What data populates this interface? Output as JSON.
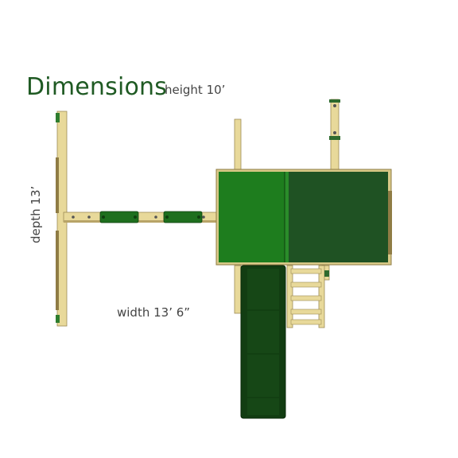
{
  "title": "Dimensions",
  "dimensions": {
    "height": "height 10’",
    "width": "width 13’ 6”",
    "depth": "depth 13’"
  },
  "colors": {
    "title": "#1f5a23",
    "label": "#444444",
    "wood": "#e8d99a",
    "wood_dark": "#b09a5c",
    "green_light": "#1e7a1e",
    "green_dark": "#1f5a23",
    "slide": "#123d12"
  }
}
